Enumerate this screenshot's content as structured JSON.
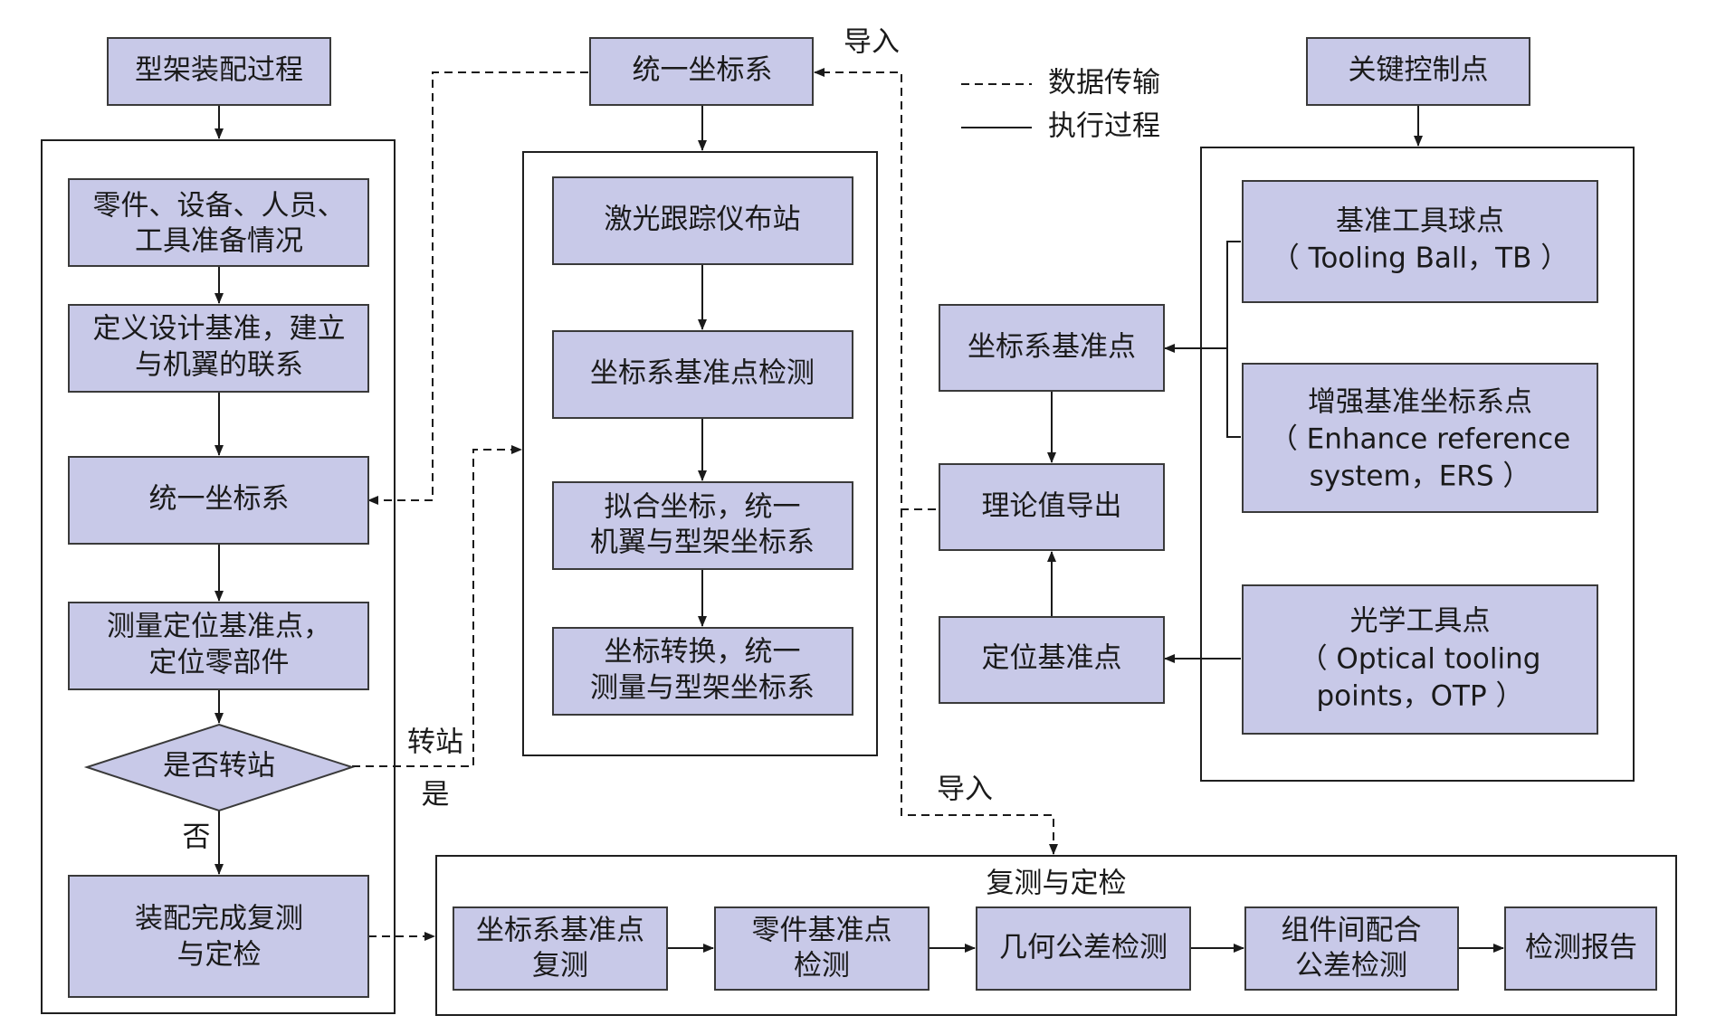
{
  "nodes": {
    "assembly_process": "型架装配过程",
    "prep": [
      "零件、设备、人员、",
      "工具准备情况"
    ],
    "define_datum": [
      "定义设计基准，建立",
      "与机翼的联系"
    ],
    "unify_left": "统一坐标系",
    "measure_locate": [
      "测量定位基准点，",
      "定位零部件"
    ],
    "transfer_decision": "是否转站",
    "recheck_done": [
      "装配完成复测",
      "与定检"
    ],
    "unify_top": "统一坐标系",
    "laser_station": "激光跟踪仪布站",
    "cs_datum_check": "坐标系基准点检测",
    "fit_coords": [
      "拟合坐标，统一",
      "机翼与型架坐标系"
    ],
    "coord_transform": [
      "坐标转换，统一",
      "测量与型架坐标系"
    ],
    "key_points": "关键控制点",
    "cs_datum_point": "坐标系基准点",
    "theory_export": "理论值导出",
    "locate_datum": "定位基准点",
    "tooling_ball": [
      "基准工具球点",
      "（ Tooling Ball，TB ）"
    ],
    "ers": [
      "增强基准坐标系点",
      "（ Enhance reference",
      "system，ERS ）"
    ],
    "otp": [
      "光学工具点",
      "（ Optical tooling",
      "points，OTP ）"
    ],
    "recheck_title": "复测与定检",
    "cs_recheck": [
      "坐标系基准点",
      "复测"
    ],
    "part_check": [
      "零件基准点",
      "检测"
    ],
    "geo_tol": "几何公差检测",
    "comp_tol": [
      "组件间配合",
      "公差检测"
    ],
    "report": "检测报告"
  },
  "edge_labels": {
    "import_top": "导入",
    "import_bottom": "导入",
    "transfer": "转站",
    "yes": "是",
    "no": "否"
  },
  "legend": {
    "data_transfer": "数据传输",
    "execution": "执行过程"
  }
}
